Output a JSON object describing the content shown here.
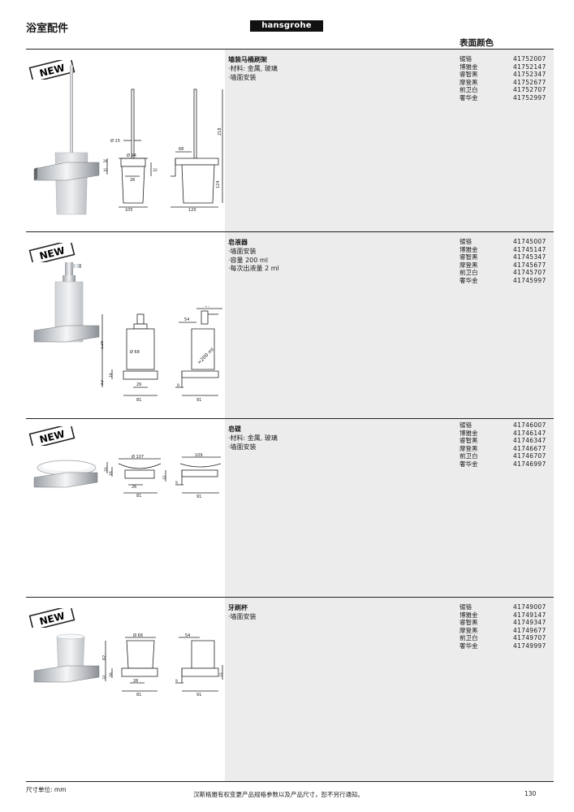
{
  "header": {
    "title": "浴室配件",
    "brand": "hansgrohe",
    "finish_column_title": "表面颜色"
  },
  "badge_label": "NEW",
  "products": [
    {
      "name": "墙装马桶刷架",
      "specs": [
        "·材料: 金属, 玻璃",
        "·墙面安装"
      ],
      "finishes": [
        {
          "name": "镀铬",
          "code": "41752007"
        },
        {
          "name": "博雅金",
          "code": "41752147"
        },
        {
          "name": "睿智黑",
          "code": "41752347"
        },
        {
          "name": "摩登黑",
          "code": "41752677"
        },
        {
          "name": "前卫白",
          "code": "41752707"
        },
        {
          "name": "奢华金",
          "code": "41752997"
        }
      ],
      "dims": {
        "d_stem": "Ø 15",
        "d_cup": "Ø 94",
        "w_bracket": "26",
        "w_total": "105",
        "depth": "120",
        "arm": "68",
        "h_total": "218",
        "h_cup": "124",
        "h_a": "26",
        "h_b": "32",
        "h_c": "32"
      }
    },
    {
      "name": "皂液器",
      "specs": [
        "·墙面安装",
        "·容量 200 ml",
        "·每次出液量 2 ml"
      ],
      "finishes": [
        {
          "name": "镀铬",
          "code": "41745007"
        },
        {
          "name": "博雅金",
          "code": "41745147"
        },
        {
          "name": "睿智黑",
          "code": "41745347"
        },
        {
          "name": "摩登黑",
          "code": "41745677"
        },
        {
          "name": "前卫白",
          "code": "41745707"
        },
        {
          "name": "奢华金",
          "code": "41745997"
        }
      ],
      "dims": {
        "top": "64",
        "pump": "54",
        "d_bottle": "Ø 68",
        "vol": "≈200 ml",
        "h_total": "126",
        "h_a": "32",
        "h_b": "16",
        "w_bracket": "26",
        "w_total": "81",
        "gap": "9",
        "depth": "91"
      }
    },
    {
      "name": "皂碟",
      "specs": [
        "·材料: 金属, 玻璃",
        "·墙面安装"
      ],
      "finishes": [
        {
          "name": "镀铬",
          "code": "41746007"
        },
        {
          "name": "博雅金",
          "code": "41746147"
        },
        {
          "name": "睿智黑",
          "code": "41746347"
        },
        {
          "name": "摩登黑",
          "code": "41746677"
        },
        {
          "name": "前卫白",
          "code": "41746707"
        },
        {
          "name": "奢华金",
          "code": "41746997"
        }
      ],
      "dims": {
        "d_dish": "Ø 107",
        "top": "109",
        "h_a": "20",
        "h_b": "16",
        "h_c": "32",
        "w_bracket": "26",
        "w_total": "81",
        "gap": "9",
        "depth": "91"
      }
    },
    {
      "name": "牙刷杯",
      "specs": [
        "·墙面安装"
      ],
      "finishes": [
        {
          "name": "镀铬",
          "code": "41749007"
        },
        {
          "name": "博雅金",
          "code": "41749147"
        },
        {
          "name": "睿智黑",
          "code": "41749347"
        },
        {
          "name": "摩登黑",
          "code": "41749677"
        },
        {
          "name": "前卫白",
          "code": "41749707"
        },
        {
          "name": "奢华金",
          "code": "41749997"
        }
      ],
      "dims": {
        "d_cup": "Ø 68",
        "top": "54",
        "h_cup": "62",
        "h_a": "32",
        "h_b": "16",
        "h_c": "33",
        "w_bracket": "26",
        "w_total": "81",
        "gap": "9",
        "depth": "91"
      }
    }
  ],
  "footer": {
    "unit": "尺寸单位: mm",
    "note": "汉斯格雅有权变更产品规格参数以及产品尺寸，恕不另行通知。",
    "page": "130"
  }
}
